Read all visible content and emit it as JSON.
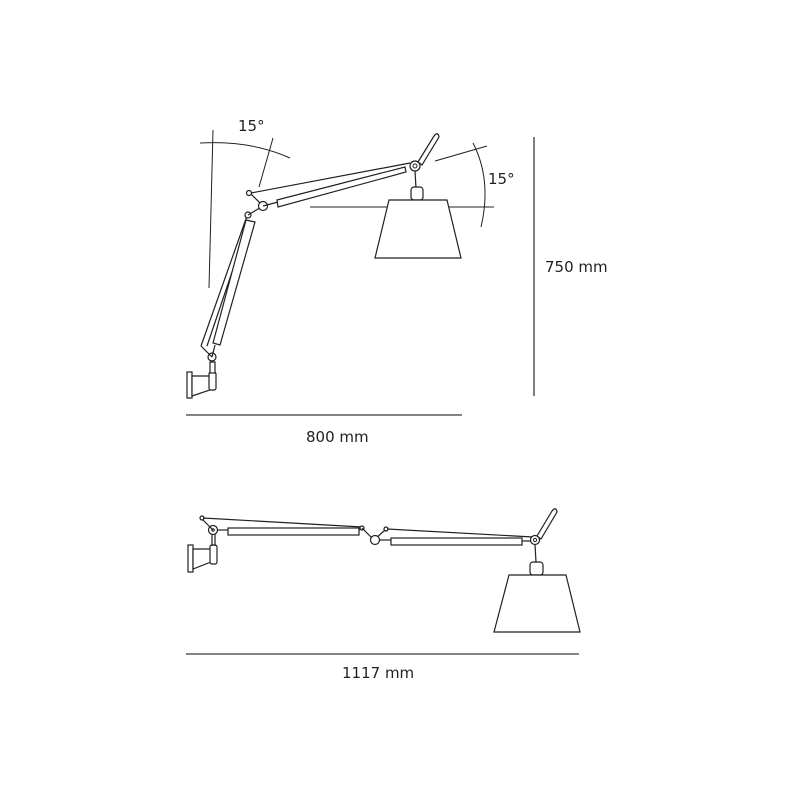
{
  "drawing": {
    "title": "Wall lamp dimension drawing",
    "colors": {
      "line": "#231f20",
      "background": "#ffffff"
    },
    "top_view": {
      "angle_left_label": "15°",
      "angle_right_label": "15°",
      "height_label": "750 mm",
      "width_label": "800 mm"
    },
    "bottom_view": {
      "width_label": "1117 mm"
    }
  }
}
